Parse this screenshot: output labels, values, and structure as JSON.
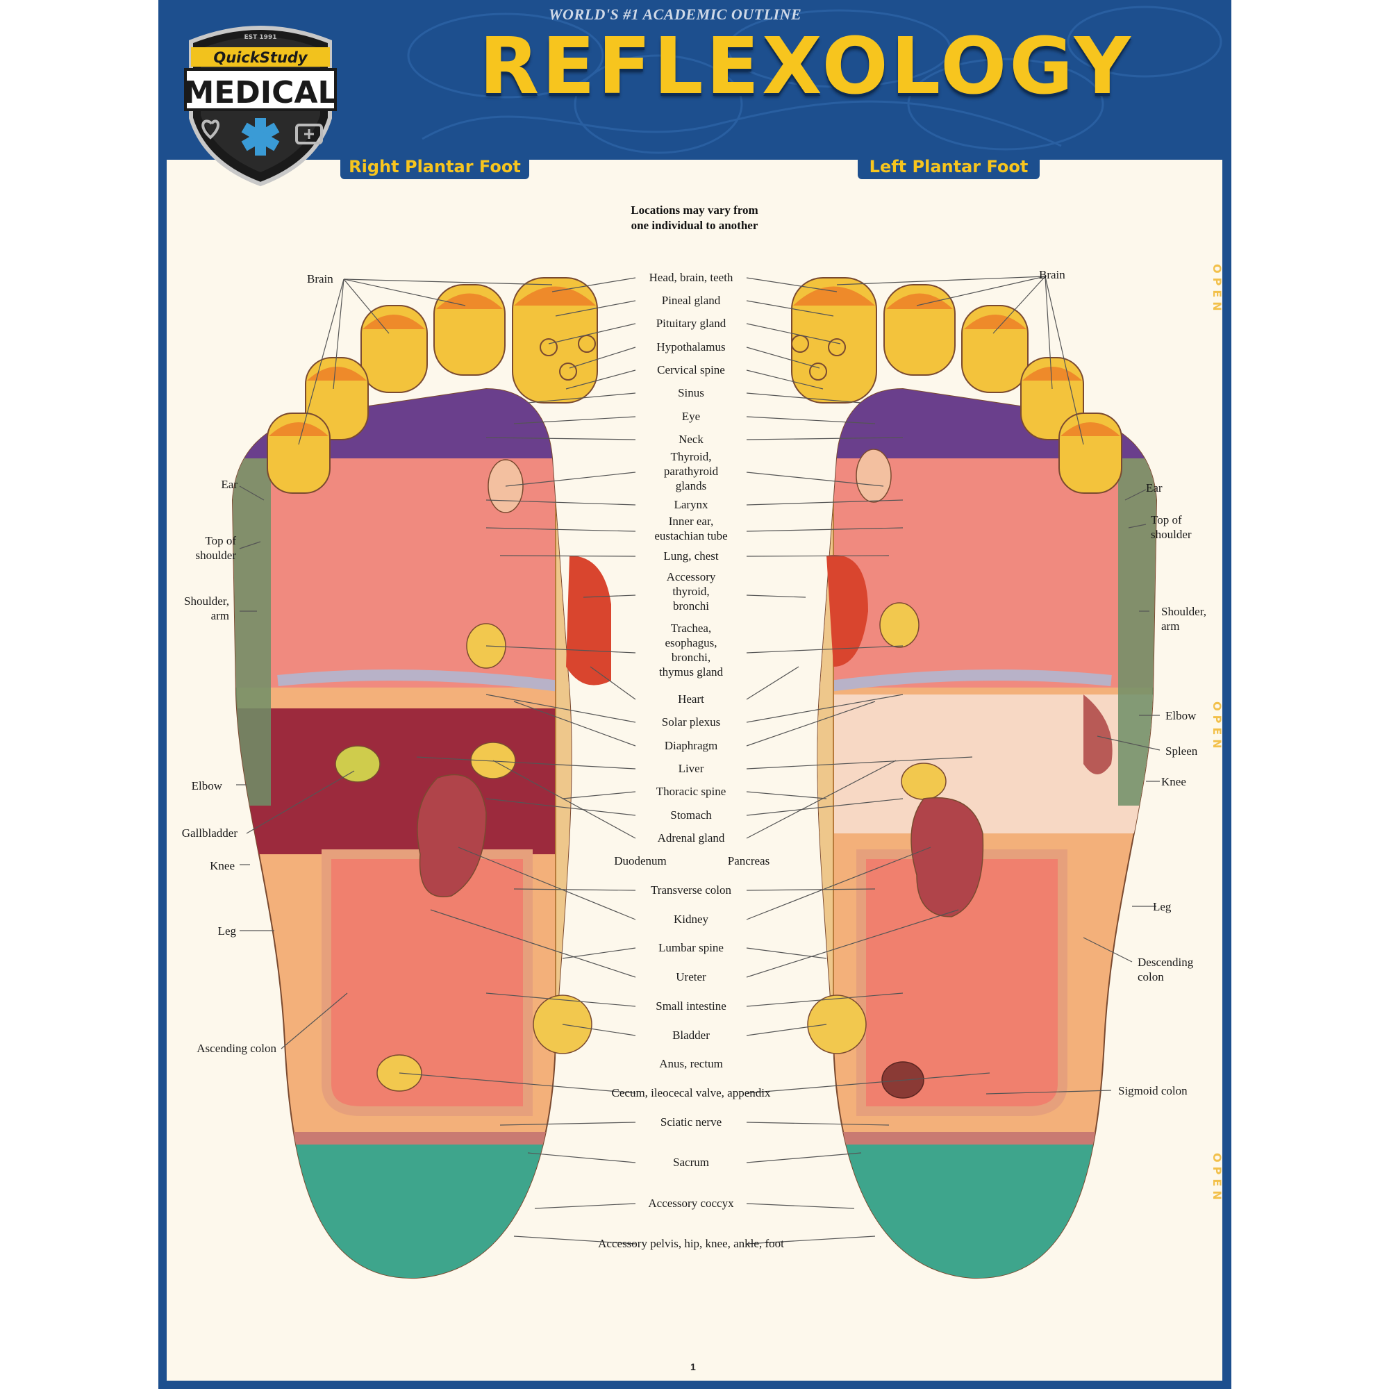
{
  "header": {
    "tagline": "WORLD'S #1 ACADEMIC OUTLINE",
    "title": "REFLEXOLOGY",
    "badge_top": "QuickStudy",
    "badge_main": "MEDICAL",
    "badge_est": "EST 1991"
  },
  "tabs": {
    "right_foot": "Right Plantar Foot",
    "left_foot": "Left Plantar Foot"
  },
  "note": {
    "line1": "Locations may vary from",
    "line2": "one individual to another"
  },
  "side_marker": "OPEN",
  "page_number": "1",
  "labels": {
    "right_foot": {
      "brain": "Brain",
      "ear": "Ear",
      "top_shoulder_1": "Top of",
      "top_shoulder_2": "shoulder",
      "shoulder_arm_1": "Shoulder,",
      "shoulder_arm_2": "arm",
      "elbow": "Elbow",
      "gallbladder": "Gallbladder",
      "knee": "Knee",
      "leg": "Leg",
      "ascending_colon": "Ascending colon"
    },
    "center": {
      "head": "Head, brain, teeth",
      "pineal": "Pineal gland",
      "pituitary": "Pituitary gland",
      "hypothalamus": "Hypothalamus",
      "cervical": "Cervical spine",
      "sinus": "Sinus",
      "eye": "Eye",
      "neck": "Neck",
      "thyroid_1": "Thyroid,",
      "thyroid_2": "parathyroid",
      "thyroid_3": "glands",
      "larynx": "Larynx",
      "inner_ear_1": "Inner ear,",
      "inner_ear_2": "eustachian tube",
      "lung": "Lung, chest",
      "accessory_1": "Accessory",
      "accessory_2": "thyroid,",
      "accessory_3": "bronchi",
      "trachea_1": "Trachea,",
      "trachea_2": "esophagus,",
      "trachea_3": "bronchi,",
      "trachea_4": "thymus gland",
      "heart": "Heart",
      "solar": "Solar plexus",
      "diaphragm": "Diaphragm",
      "liver": "Liver",
      "thoracic": "Thoracic spine",
      "stomach": "Stomach",
      "adrenal": "Adrenal gland",
      "duodenum": "Duodenum",
      "pancreas": "Pancreas",
      "transverse": "Transverse colon",
      "kidney": "Kidney",
      "lumbar": "Lumbar spine",
      "ureter": "Ureter",
      "small_int": "Small intestine",
      "bladder": "Bladder",
      "anus": "Anus, rectum",
      "cecum": "Cecum, ileocecal valve, appendix",
      "sciatic": "Sciatic nerve",
      "sacrum": "Sacrum",
      "coccyx": "Accessory coccyx",
      "pelvis": "Accessory pelvis, hip, knee, ankle, foot"
    },
    "left_foot": {
      "brain": "Brain",
      "ear": "Ear",
      "top_shoulder_1": "Top of",
      "top_shoulder_2": "shoulder",
      "shoulder_arm_1": "Shoulder,",
      "shoulder_arm_2": "arm",
      "elbow": "Elbow",
      "spleen": "Spleen",
      "knee": "Knee",
      "leg": "Leg",
      "descending_1": "Descending",
      "descending_2": "colon",
      "sigmoid": "Sigmoid colon"
    }
  },
  "colors": {
    "header_blue": "#1d4f8e",
    "title_yellow": "#f7c51e",
    "toe_yellow": "#f3c33c",
    "toe_orange": "#ee8a2a",
    "purple": "#6a3f8c",
    "pink": "#f08a7f",
    "liver_red": "#9c2a3d",
    "green_heel": "#3ea58c",
    "spine_tan": "#eec78b"
  }
}
